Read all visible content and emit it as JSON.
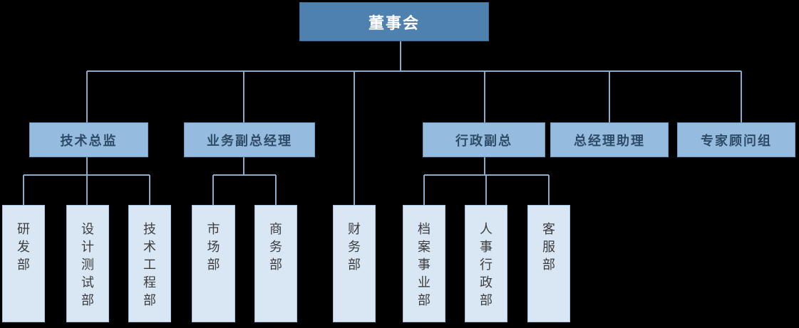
{
  "org": {
    "root": {
      "id": "root",
      "label": "董事会"
    },
    "level2": [
      {
        "id": "tech",
        "label": "技术总监",
        "children_ids": [
          "rd",
          "design",
          "engineering"
        ]
      },
      {
        "id": "biz",
        "label": "业务副总经理",
        "children_ids": [
          "market",
          "commerce"
        ]
      },
      {
        "id": "admin",
        "label": "行政副总",
        "children_ids": [
          "archive",
          "hr",
          "service"
        ]
      },
      {
        "id": "assistant",
        "label": "总经理助理",
        "children_ids": []
      },
      {
        "id": "expert",
        "label": "专家顾问组",
        "children_ids": []
      }
    ],
    "level3": [
      {
        "id": "rd",
        "label": "研发部",
        "parent": "tech"
      },
      {
        "id": "design",
        "label": "设计测试部",
        "parent": "tech"
      },
      {
        "id": "engineering",
        "label": "技术工程部",
        "parent": "tech"
      },
      {
        "id": "market",
        "label": "市场部",
        "parent": "biz"
      },
      {
        "id": "commerce",
        "label": "商务部",
        "parent": "biz"
      },
      {
        "id": "finance",
        "label": "财务部",
        "parent": "root"
      },
      {
        "id": "archive",
        "label": "档案事业部",
        "parent": "admin"
      },
      {
        "id": "hr",
        "label": "人事行政部",
        "parent": "admin"
      },
      {
        "id": "service",
        "label": "客服部",
        "parent": "admin"
      }
    ]
  },
  "colors": {
    "background": "#000000",
    "level1_fill": "#4e81ad",
    "level1_border": "#3c6d99",
    "level1_text": "#ffffff",
    "level2_fill": "#95bcde",
    "level2_border": "#6b9bc4",
    "level2_text": "#2e4b67",
    "level3_fill": "#d9e6f4",
    "level3_border": "#a0c2e0",
    "level3_text": "#3d3d3d",
    "connector": "#8aabca"
  }
}
